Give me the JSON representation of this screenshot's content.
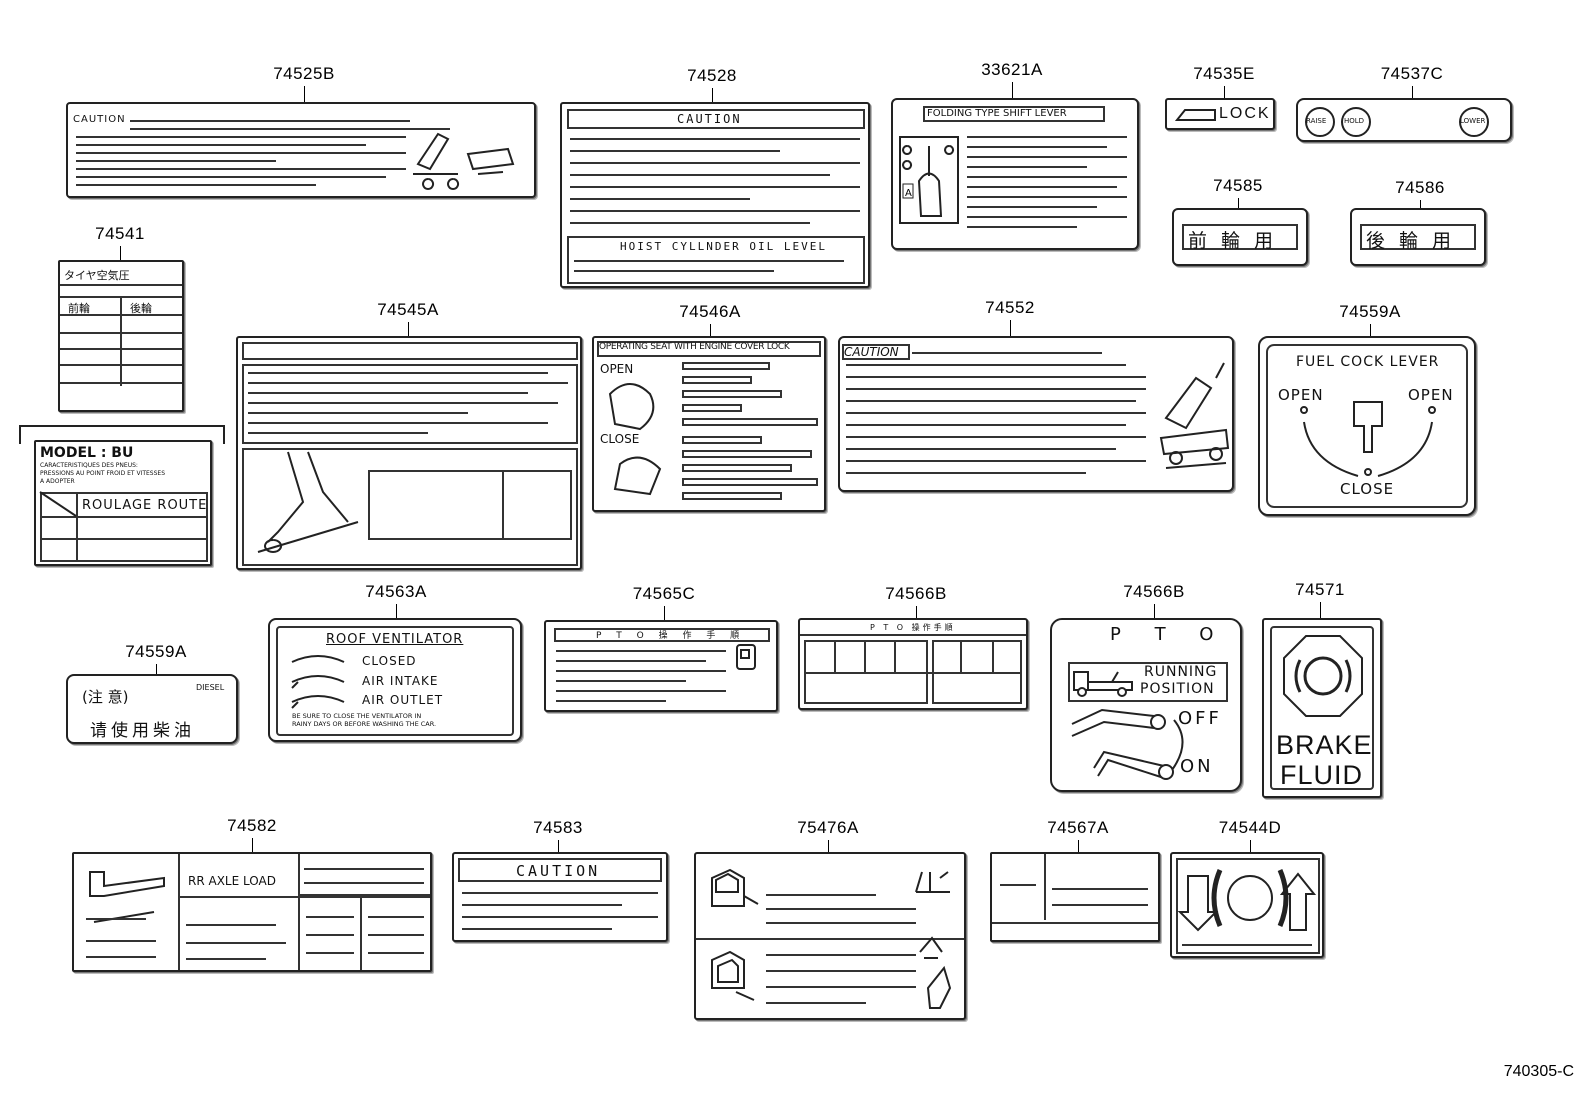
{
  "diagram_ref": "740305-C",
  "labels": {
    "l74525B": {
      "part": "74525B",
      "caution": "CAUTION"
    },
    "l74528": {
      "part": "74528",
      "caution": "CAUTION",
      "subtitle": "HOIST CYLLNDER OIL LEVEL"
    },
    "l33621A": {
      "part": "33621A",
      "title": "FOLDING TYPE SHIFT LEVER"
    },
    "l74535E": {
      "part": "74535E",
      "text": "LOCK"
    },
    "l74537C": {
      "part": "74537C",
      "b1": "RAISE",
      "b2": "HOLD",
      "b3": "LOWER"
    },
    "l74585": {
      "part": "74585",
      "text": "前輪用"
    },
    "l74586": {
      "part": "74586",
      "text": "後輪用"
    },
    "l74541": {
      "part": "74541",
      "title": "タイヤ空気圧",
      "col1": "前輪",
      "col2": "後輪"
    },
    "lModel": {
      "title": "MODEL : BU",
      "line1": "CARACTERISTIQUES DES PNEUS:",
      "line2": "PRESSIONS AU POINT FROID ET VITESSES",
      "line3": "A ADOPTER",
      "cell": "ROULAGE ROUTE"
    },
    "l74545A": {
      "part": "74545A"
    },
    "l74546A": {
      "part": "74546A",
      "title": "OPERATING SEAT WITH ENGINE COVER LOCK",
      "open": "OPEN",
      "close": "CLOSE"
    },
    "l74552": {
      "part": "74552",
      "caution": "CAUTION"
    },
    "l74559A_fuel": {
      "part": "74559A",
      "title": "FUEL COCK LEVER",
      "open_l": "OPEN",
      "open_r": "OPEN",
      "close": "CLOSE"
    },
    "l74559A_diesel": {
      "part": "74559A",
      "top": "(注 意)",
      "brand": "DIESEL",
      "text": "请使用柴油"
    },
    "l74563A": {
      "part": "74563A",
      "title": "ROOF VENTILATOR",
      "r1": "CLOSED",
      "r2": "AIR INTAKE",
      "r3": "AIR OUTLET",
      "note1": "BE SURE TO CLOSE THE VENTILATOR IN",
      "note2": "RAINY DAYS OR BEFORE WASHING THE CAR."
    },
    "l74565C": {
      "part": "74565C",
      "title": "P T O 操 作 手 順"
    },
    "l74566B_a": {
      "part": "74566B",
      "title": "P T O 操作手順"
    },
    "l74566B_b": {
      "part": "74566B",
      "title": "P T O",
      "running": "RUNNING",
      "position": "POSITION",
      "off": "OFF",
      "on": "ON"
    },
    "l74571": {
      "part": "74571",
      "line1": "BRAKE",
      "line2": "FLUID"
    },
    "l74582": {
      "part": "74582",
      "text": "RR AXLE LOAD"
    },
    "l74583": {
      "part": "74583",
      "caution": "CAUTION"
    },
    "l75476A": {
      "part": "75476A"
    },
    "l74567A": {
      "part": "74567A"
    },
    "l74544D": {
      "part": "74544D"
    }
  }
}
